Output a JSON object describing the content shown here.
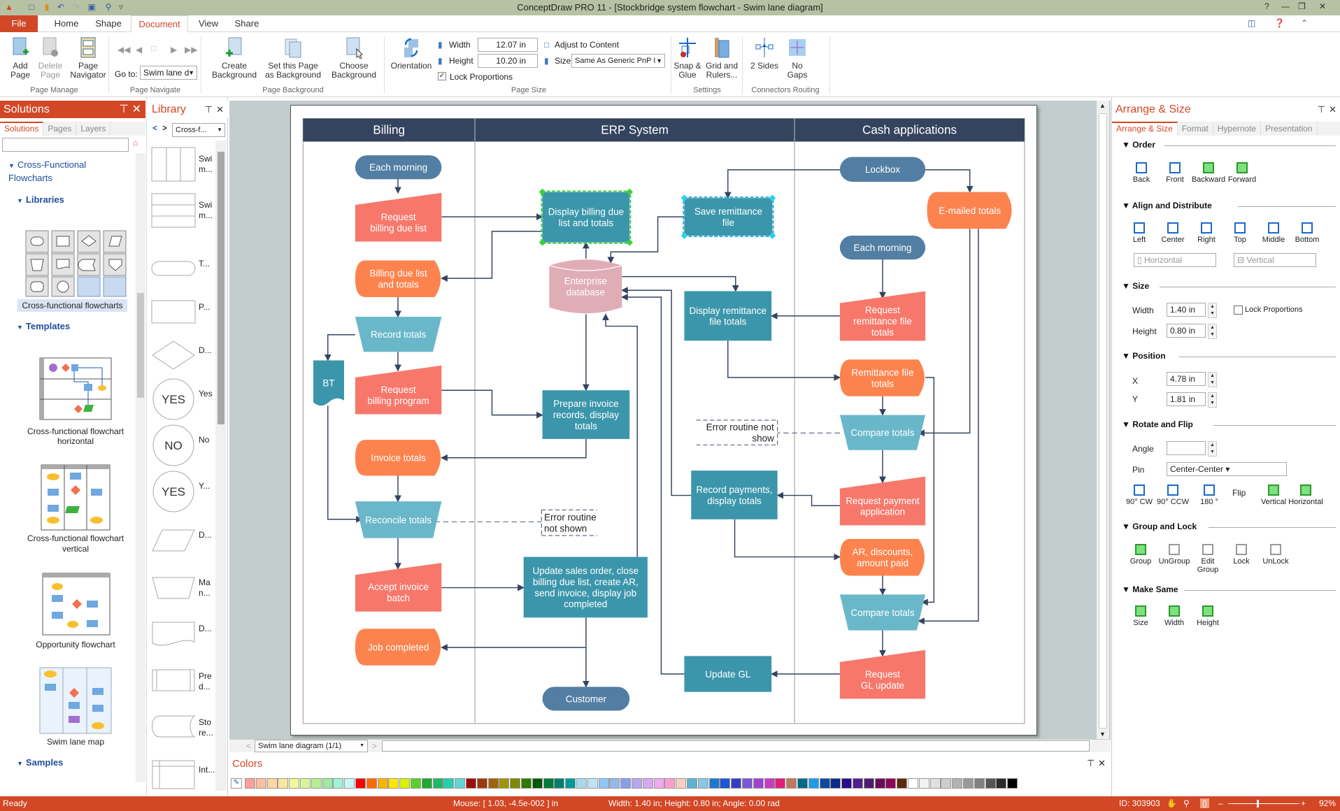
{
  "app": {
    "title": "ConceptDraw PRO 11 - [Stockbridge system flowchart - Swim lane diagram]"
  },
  "menu_tabs": [
    {
      "label": "File"
    },
    {
      "label": "Home"
    },
    {
      "label": "Shape"
    },
    {
      "label": "Document"
    },
    {
      "label": "View"
    },
    {
      "label": "Share"
    }
  ],
  "ribbon": {
    "page_manage": {
      "label": "Page Manage",
      "add_page": "Add Page",
      "delete_page": "Delete Page",
      "page_navigator": "Page Navigator"
    },
    "page_navigate": {
      "label": "Page Navigate",
      "goto_label": "Go to:",
      "goto_value": "Swim lane d"
    },
    "page_background": {
      "label": "Page Background",
      "create": "Create Background",
      "set_this": "Set this Page as Background",
      "choose": "Choose Background"
    },
    "page_size": {
      "label": "Page Size",
      "orientation": "Orientation",
      "width_label": "Width",
      "width_value": "12.07 in",
      "height_label": "Height",
      "height_value": "10.20 in",
      "adjust": "Adjust to Content",
      "size_label": "Size",
      "size_value": "Same As Generic PnP I",
      "lock": "Lock Proportions",
      "lock_checked": true
    },
    "settings": {
      "label": "Settings",
      "snap": "Snap & Glue",
      "grid": "Grid and Rulers..."
    },
    "connectors": {
      "label": "Connectors Routing",
      "sides": "2 Sides",
      "gaps": "No Gaps"
    }
  },
  "solutions": {
    "title": "Solutions",
    "tabs": [
      "Solutions",
      "Pages",
      "Layers"
    ],
    "search_value": "",
    "category": "Cross-Functional Flowcharts",
    "libraries_label": "Libraries",
    "library_name": "Cross-functional flowcharts",
    "templates_label": "Templates",
    "templates": [
      "Cross-functional flowchart horizontal",
      "Cross-functional flowchart vertical",
      "Opportunity flowchart",
      "Swim lane map"
    ],
    "samples_label": "Samples"
  },
  "library": {
    "title": "Library",
    "selector": "Cross-f...",
    "items": [
      {
        "label": "Swi m..."
      },
      {
        "label": "Swi m..."
      },
      {
        "label": "T..."
      },
      {
        "label": "P..."
      },
      {
        "label": "D..."
      },
      {
        "label": "Yes",
        "glyph": "YES"
      },
      {
        "label": "No",
        "glyph": "NO"
      },
      {
        "label": "Y...",
        "glyph": "YES"
      },
      {
        "label": "D..."
      },
      {
        "label": "Ma n..."
      },
      {
        "label": "D..."
      },
      {
        "label": "Pre d..."
      },
      {
        "label": "Sto re..."
      },
      {
        "label": "Int..."
      }
    ]
  },
  "diagram": {
    "lanes": [
      "Billing",
      "ERP System",
      "Cash applications"
    ],
    "colors": {
      "header": "#34445e",
      "terminator": "#527ea3",
      "process": "#3c96ab",
      "manual_op": "#6ab7ca",
      "input": "#f7786b",
      "display": "#fd834e",
      "database": "#e0adb6",
      "line": "#34445e"
    },
    "shapes": [
      {
        "id": "b1",
        "kind": "terminator",
        "label": "Each morning"
      },
      {
        "id": "b2",
        "kind": "input",
        "label": "Request\nbilling due list"
      },
      {
        "id": "b3",
        "kind": "display",
        "label": "Billing due list\nand totals"
      },
      {
        "id": "b4",
        "kind": "manual_op",
        "label": "Record totals"
      },
      {
        "id": "bt",
        "kind": "tape",
        "label": "BT"
      },
      {
        "id": "b5",
        "kind": "input",
        "label": "Request\nbilling program"
      },
      {
        "id": "b6",
        "kind": "display",
        "label": "Invoice totals"
      },
      {
        "id": "b7",
        "kind": "manual_op",
        "label": "Reconcile totals"
      },
      {
        "id": "b8",
        "kind": "input",
        "label": "Accept invoice\nbatch"
      },
      {
        "id": "b9",
        "kind": "display",
        "label": "Job completed"
      },
      {
        "id": "e1",
        "kind": "process",
        "label": "Display billing due\nlist and totals",
        "selected": true
      },
      {
        "id": "e2",
        "kind": "process",
        "label": "Save remittance\nfile",
        "selected": true
      },
      {
        "id": "e3",
        "kind": "database",
        "label": "Enterprise\ndatabase"
      },
      {
        "id": "e4",
        "kind": "process",
        "label": "Display remittance\nfile totals"
      },
      {
        "id": "e5",
        "kind": "process",
        "label": "Prepare invoice\nrecords, display\ntotals"
      },
      {
        "id": "e6",
        "kind": "annotation",
        "label": "Error routine not\nshow"
      },
      {
        "id": "e7",
        "kind": "process",
        "label": "Record payments,\ndisplay totals"
      },
      {
        "id": "e8",
        "kind": "annotation",
        "label": "Error routine\nnot shown"
      },
      {
        "id": "e9",
        "kind": "process",
        "label": "Update sales order, close\nbilling due list, create AR,\nsend invoice, display job\ncompleted"
      },
      {
        "id": "e10",
        "kind": "process",
        "label": "Update GL"
      },
      {
        "id": "e11",
        "kind": "terminator",
        "label": "Customer"
      },
      {
        "id": "c1",
        "kind": "terminator",
        "label": "Lockbox"
      },
      {
        "id": "c2",
        "kind": "display",
        "label": "E-mailed totals"
      },
      {
        "id": "c3",
        "kind": "terminator",
        "label": "Each morning"
      },
      {
        "id": "c4",
        "kind": "input",
        "label": "Request\nremittance file\ntotals"
      },
      {
        "id": "c5",
        "kind": "display",
        "label": "Remittance file\ntotals"
      },
      {
        "id": "c6",
        "kind": "manual_op",
        "label": "Compare totals"
      },
      {
        "id": "c7",
        "kind": "input",
        "label": "Request payment\napplication"
      },
      {
        "id": "c8",
        "kind": "display",
        "label": "AR, discounts,\namount paid"
      },
      {
        "id": "c9",
        "kind": "manual_op",
        "label": "Compare totals"
      },
      {
        "id": "c10",
        "kind": "input",
        "label": "Request\nGL update"
      }
    ]
  },
  "canvas": {
    "page_tab": "Swim lane diagram (1/1)"
  },
  "arrange": {
    "title": "Arrange & Size",
    "tabs": [
      "Arrange & Size",
      "Format",
      "Hypernote",
      "Presentation"
    ],
    "order": {
      "label": "Order",
      "buttons": [
        "Back",
        "Front",
        "Backward",
        "Forward"
      ]
    },
    "align": {
      "label": "Align and Distribute",
      "buttons": [
        "Left",
        "Center",
        "Right",
        "Top",
        "Middle",
        "Bottom"
      ],
      "horizontal": "Horizontal",
      "vertical": "Vertical"
    },
    "size": {
      "label": "Size",
      "width_label": "Width",
      "width": "1.40 in",
      "height_label": "Height",
      "height": "0.80 in",
      "lock": "Lock Proportions"
    },
    "position": {
      "label": "Position",
      "x_label": "X",
      "x": "4.78 in",
      "y_label": "Y",
      "y": "1.81 in"
    },
    "rotate": {
      "label": "Rotate and Flip",
      "angle_label": "Angle",
      "angle": "",
      "pin_label": "Pin",
      "pin": "Center-Center",
      "buttons": [
        "90° CW",
        "90° CCW",
        "180 °",
        "Vertical",
        "Horizontal"
      ],
      "flip": "Flip"
    },
    "group": {
      "label": "Group and Lock",
      "buttons": [
        "Group",
        "UnGroup",
        "Edit Group",
        "Lock",
        "UnLock"
      ]
    },
    "same": {
      "label": "Make Same",
      "buttons": [
        "Size",
        "Width",
        "Height"
      ]
    }
  },
  "colors_panel": {
    "title": "Colors",
    "swatches": [
      "#f9a09a",
      "#fbbfa0",
      "#fdd7a0",
      "#fbe8a0",
      "#f2f79a",
      "#d7f59a",
      "#b6f08e",
      "#9fe8a6",
      "#a0f2d8",
      "#c8f8f4",
      "#ff0000",
      "#ff6a00",
      "#ffb300",
      "#ffe600",
      "#d9f200",
      "#5ecf2a",
      "#1fa833",
      "#20b865",
      "#23d0b0",
      "#61d6d0",
      "#9b0c0c",
      "#9b3a0a",
      "#a0620a",
      "#a0950a",
      "#7f8a00",
      "#2f7a00",
      "#005a0a",
      "#007a3a",
      "#008070",
      "#009b96",
      "#a6d8ee",
      "#bde3f6",
      "#8fc7f2",
      "#97b8ea",
      "#8a9ee8",
      "#b6a8f0",
      "#d7a8f0",
      "#f2a8ec",
      "#fa9ed0",
      "#f5cfc2",
      "#5fb1d0",
      "#86c6e8",
      "#1e78d2",
      "#1e55d2",
      "#3a3ac8",
      "#7a55d6",
      "#a040d0",
      "#c43cc0",
      "#e0207a",
      "#c07860",
      "#006a8a",
      "#1e9be8",
      "#0a4aa0",
      "#0a2a8a",
      "#2a0a8a",
      "#50208a",
      "#501a6a",
      "#6a0a5a",
      "#90005a",
      "#5a2a0a",
      "#ffffff",
      "#f2f2f2",
      "#e0e0e0",
      "#cccccc",
      "#b3b3b3",
      "#999999",
      "#808080",
      "#555555",
      "#2a2a2a",
      "#000000"
    ]
  },
  "status": {
    "ready": "Ready",
    "mouse": "Mouse: [ 1.03, -4.5e-002 ] in",
    "dims": "Width: 1.40 in;  Height: 0.80 in;  Angle: 0.00 rad",
    "id": "ID: 303903",
    "zoom": "92%"
  }
}
